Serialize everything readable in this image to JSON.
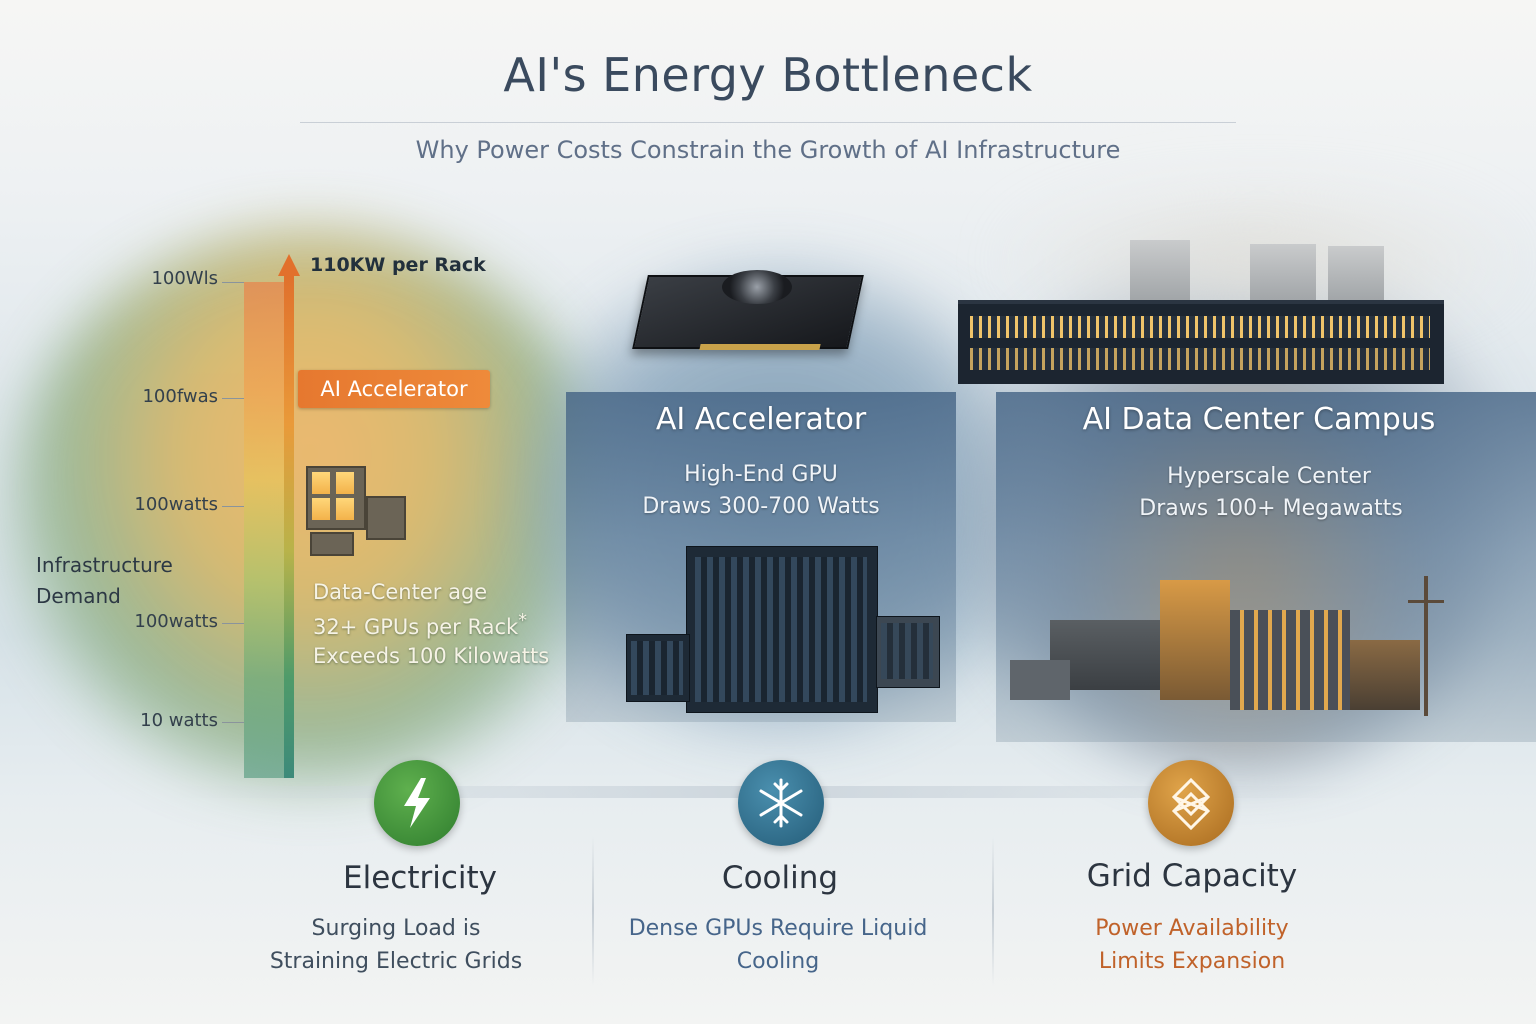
{
  "header": {
    "title": "AI's Energy Bottleneck",
    "subtitle": "Why Power Costs Constrain the Growth of AI Infrastructure"
  },
  "scale": {
    "axis_title_line1": "Infrastructure",
    "axis_title_line2": "Demand",
    "top_marker": "110KW per Rack",
    "ticks": [
      "100Wls",
      "100fwas",
      "100watts",
      "100watts",
      "10 watts"
    ],
    "tag": "AI Accelerator"
  },
  "rack_stage": {
    "line1": "Data-Center age",
    "line2": "32+  GPUs per Rack",
    "line3": "Exceeds 100 Kilowatts",
    "mark": "*"
  },
  "panels": {
    "accelerator": {
      "title": "AI Accelerator",
      "line1": "High-End GPU",
      "line2": "Draws 300-700 Watts"
    },
    "campus": {
      "title": "AI Data Center Campus",
      "line1": "Hyperscale Center",
      "line2": "Draws 100+ Megawatts"
    }
  },
  "features": [
    {
      "title": "Electricity",
      "line1": "Surging Load is",
      "line2": "Straining Electric Grids",
      "icon": "lightning-icon",
      "color": "#3f8f3a",
      "desc_color": "#3f4e5e"
    },
    {
      "title": "Cooling",
      "line1": "Dense GPUs Require Liquid",
      "line2": "Cooling",
      "icon": "snowflake-icon",
      "color": "#2f6f8a",
      "desc_color": "#46658a"
    },
    {
      "title": "Grid Capacity",
      "line1": "Power Availability",
      "line2": "Limits Expansion",
      "icon": "grid-node-icon",
      "color": "#c98a2a",
      "desc_color": "#c0622a"
    }
  ]
}
